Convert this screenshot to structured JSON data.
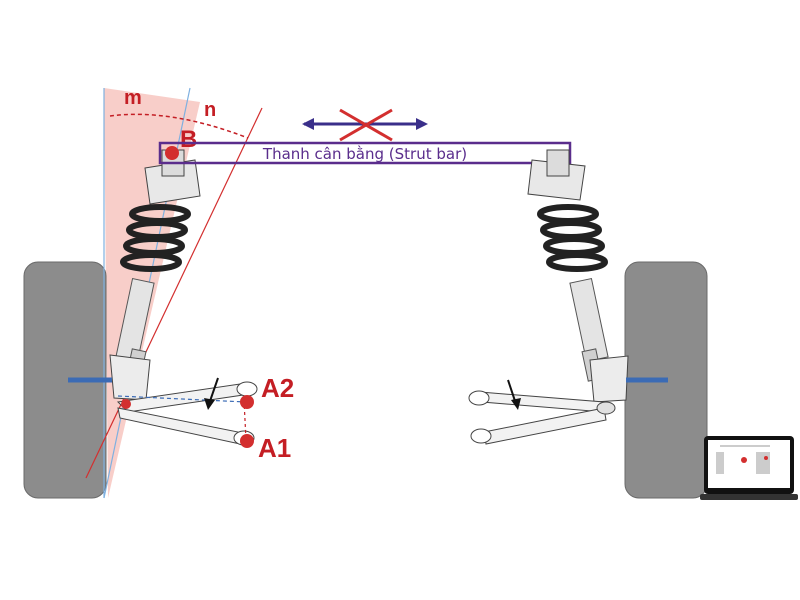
{
  "labels": {
    "m": "m",
    "n": "n",
    "b": "B",
    "a2": "A2",
    "a1": "A1",
    "strut_bar": "Thanh cân bằng (Strut bar)"
  },
  "colors": {
    "label_red": "#c41e24",
    "strut_bar_purple": "#5a2d8c",
    "arrow_blue": "#3a2f8a",
    "cross_red": "#d32f2f",
    "tire_gray": "#8c8c8c",
    "wedge_pink": "#f7c6c0"
  },
  "icons": {
    "cross": "cross-icon",
    "double_arrow": "double-arrow-icon",
    "thumbnail": "laptop-thumbnail-icon"
  }
}
